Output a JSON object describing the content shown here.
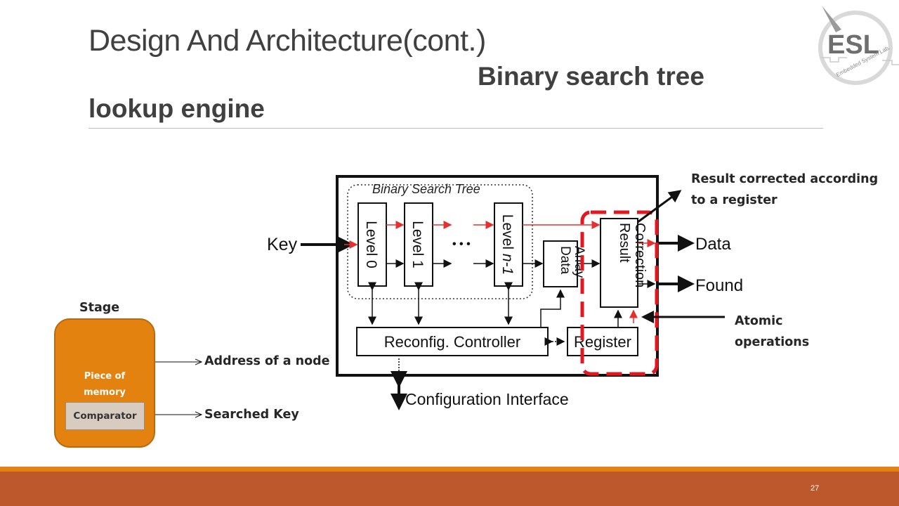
{
  "slide": {
    "title": "Design And Architecture(cont.)",
    "subtitle_line1": "Binary search tree",
    "subtitle_line2": "lookup engine",
    "page_number": "27"
  },
  "logo": {
    "text": "ESL",
    "ring_text": "Embedded System Lab."
  },
  "stage": {
    "label": "Stage",
    "memory_label_line1": "Piece of",
    "memory_label_line2": "memory",
    "comparator_label": "Comparator",
    "address_label": "Address of a node",
    "key_label": "Searched Key"
  },
  "diagram": {
    "bst_label": "Binary Search Tree",
    "input_key": "Key",
    "levels": [
      {
        "line1": "Level",
        "line2": "0"
      },
      {
        "line1": "Level",
        "line2": "1"
      },
      {
        "line1": "Level",
        "line2": "n-1"
      }
    ],
    "ellipsis": "• • •",
    "data_array_line1": "Data",
    "data_array_line2": "Array",
    "result_correction_line1": "Result",
    "result_correction_line2": "Correction",
    "reconfig_controller": "Reconfig. Controller",
    "register": "Register",
    "config_interface": "Configuration Interface",
    "output_data": "Data",
    "output_found": "Found"
  },
  "annotations": {
    "result_corrected_line1": "Result corrected according",
    "result_corrected_line2": "to a register",
    "atomic_line1": "Atomic",
    "atomic_line2": "operations"
  },
  "colors": {
    "accent_orange": "#e48210",
    "footer_rust": "#bd582c",
    "highlight_red": "#e2171f",
    "signal_red": "#e53030"
  }
}
